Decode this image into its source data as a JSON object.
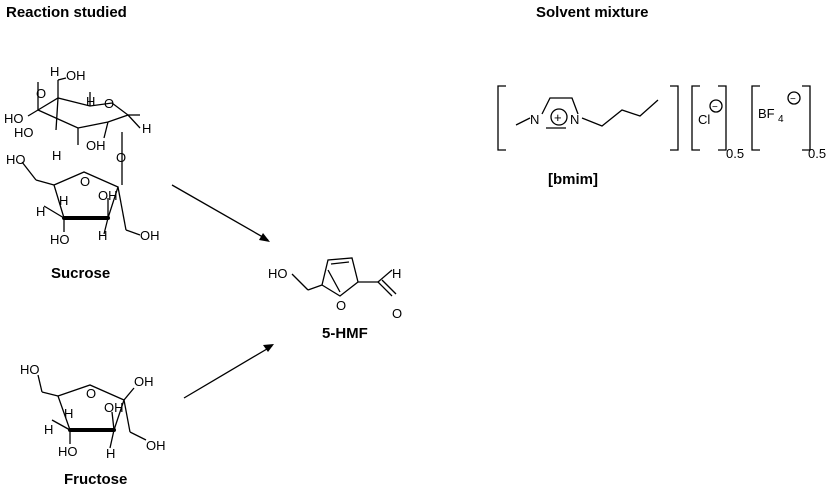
{
  "titles": {
    "reaction": "Reaction studied",
    "solvent": "Solvent mixture"
  },
  "labels": {
    "sucrose": "Sucrose",
    "fructose": "Fructose",
    "hmf": "5-HMF",
    "bmim": "[bmim]"
  },
  "atoms": {
    "OH": "OH",
    "HO": "HO",
    "H": "H",
    "O": "O",
    "N": "N",
    "Cl": "Cl",
    "BF": "BF",
    "four": "4",
    "plus": "+",
    "minus": "−",
    "half": "0.5"
  }
}
